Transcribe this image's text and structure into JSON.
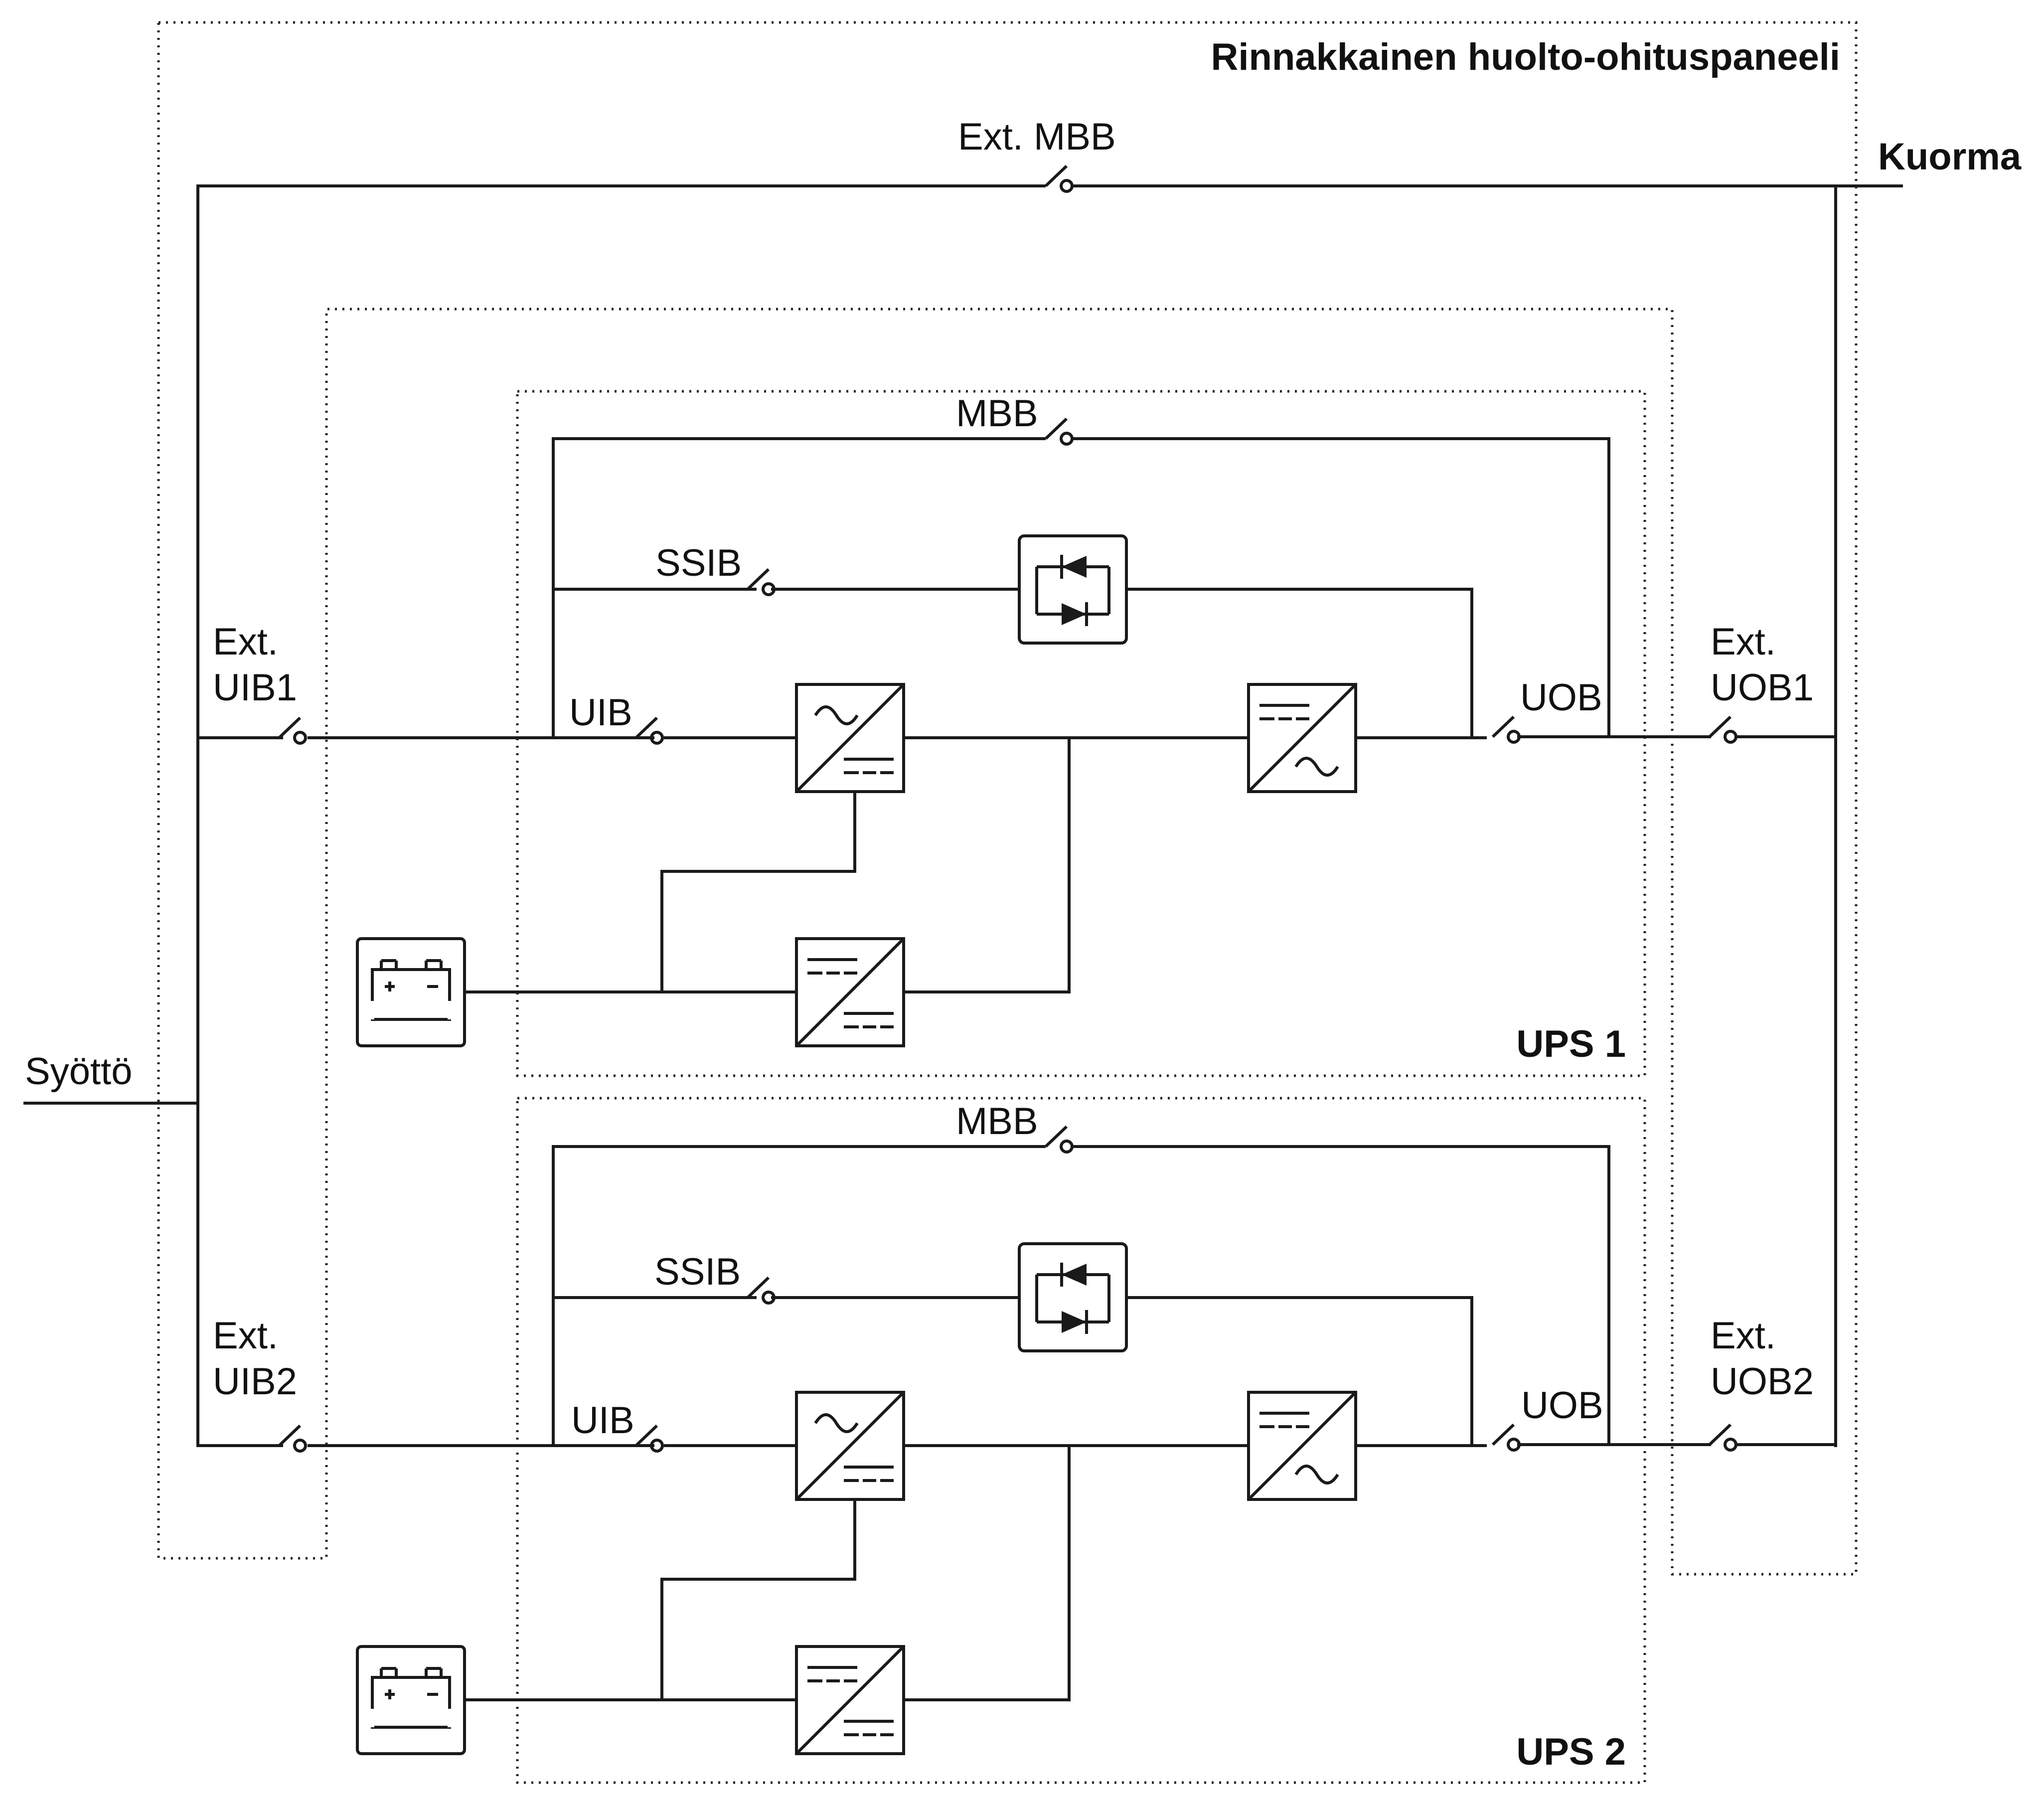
{
  "panel": {
    "title": "Rinnakkainen huolto-ohituspaneeli"
  },
  "terminals": {
    "input": "Syöttö",
    "output": "Kuorma"
  },
  "external": {
    "mbb": "Ext. MBB",
    "uib1": [
      "Ext.",
      "UIB1"
    ],
    "uib2": [
      "Ext.",
      "UIB2"
    ],
    "uob1": [
      "Ext.",
      "UOB1"
    ],
    "uob2": [
      "Ext.",
      "UOB2"
    ]
  },
  "ups": [
    {
      "title": "UPS 1",
      "mbb": "MBB",
      "ssib": "SSIB",
      "uib": "UIB",
      "uob": "UOB"
    },
    {
      "title": "UPS 2",
      "mbb": "MBB",
      "ssib": "SSIB",
      "uib": "UIB",
      "uob": "UOB"
    }
  ],
  "icons": [
    "switch-icon",
    "static-switch-icon",
    "rectifier-icon",
    "inverter-icon",
    "dc-dc-converter-icon",
    "battery-icon"
  ]
}
